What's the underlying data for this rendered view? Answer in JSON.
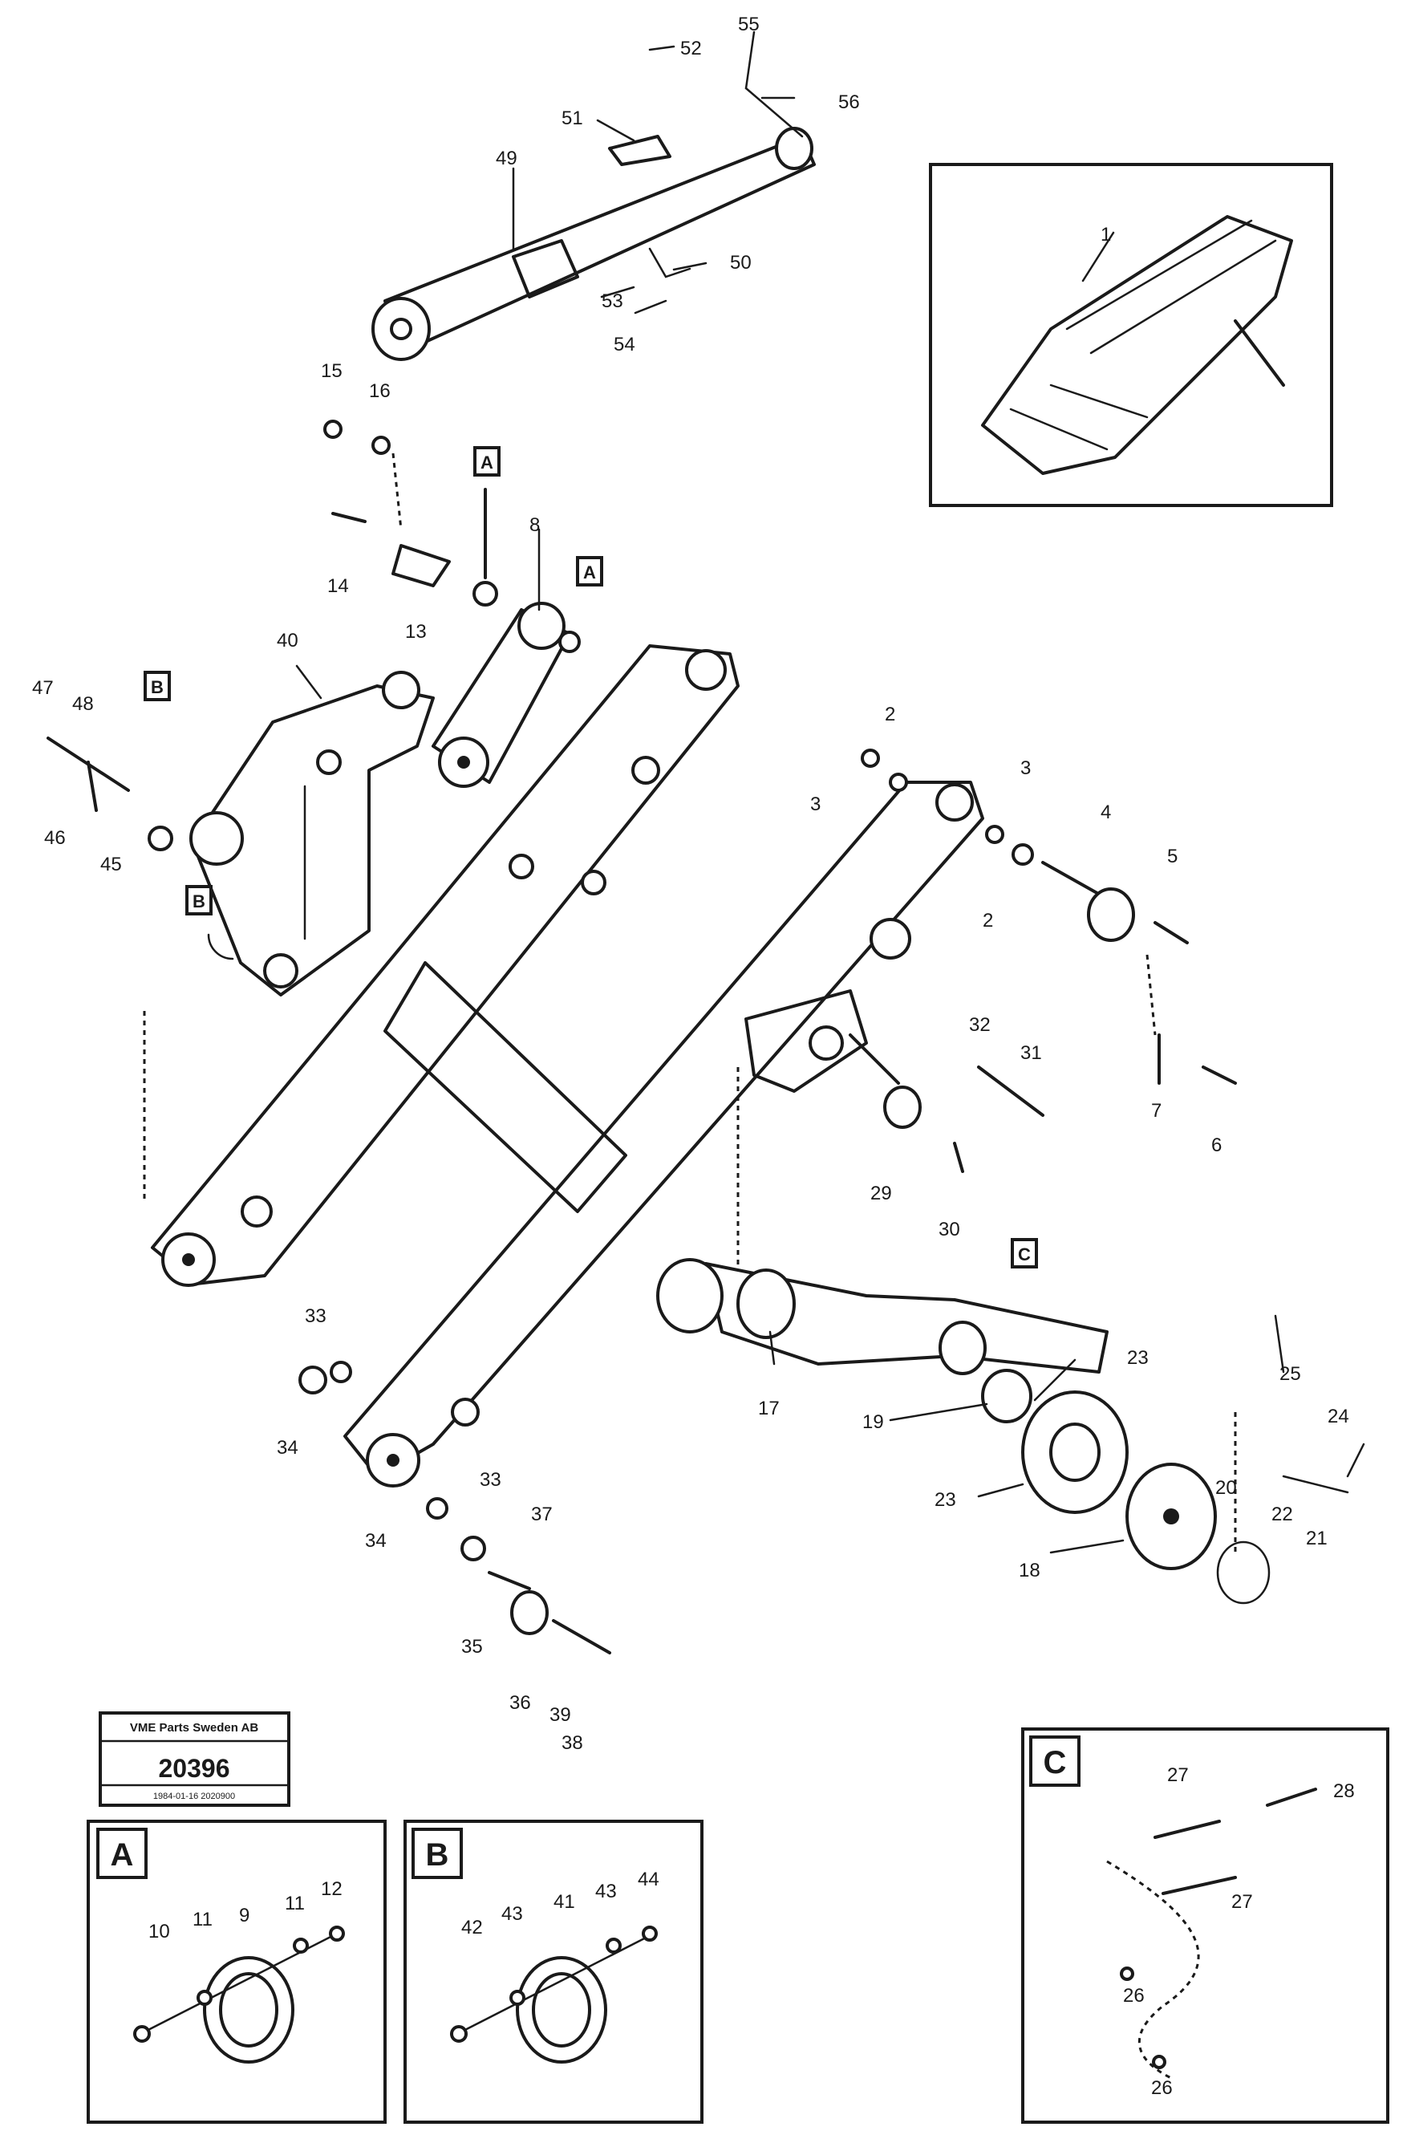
{
  "stamp": {
    "line1": "VME Parts Sweden AB",
    "number": "20396",
    "line3": "1984-01-16 2020900"
  },
  "detail_boxes": {
    "a": "A",
    "b": "B",
    "c": "C"
  },
  "ref_markers": {
    "a1": "A",
    "a2": "A",
    "b1": "B",
    "b2": "B",
    "c1": "C"
  },
  "callouts": {
    "n1": "1",
    "n2a": "2",
    "n2b": "2",
    "n3a": "3",
    "n3b": "3",
    "n4": "4",
    "n5": "5",
    "n6": "6",
    "n7": "7",
    "n8": "8",
    "n9": "9",
    "n10": "10",
    "n11a": "11",
    "n11b": "11",
    "n12": "12",
    "n13": "13",
    "n14": "14",
    "n15": "15",
    "n16": "16",
    "n17": "17",
    "n18": "18",
    "n19": "19",
    "n20": "20",
    "n21": "21",
    "n22": "22",
    "n23a": "23",
    "n23b": "23",
    "n24": "24",
    "n25": "25",
    "n26a": "26",
    "n26b": "26",
    "n27a": "27",
    "n27b": "27",
    "n28": "28",
    "n29": "29",
    "n30": "30",
    "n31": "31",
    "n32": "32",
    "n33a": "33",
    "n33b": "33",
    "n34a": "34",
    "n34b": "34",
    "n35": "35",
    "n36": "36",
    "n37": "37",
    "n38": "38",
    "n39": "39",
    "n40": "40",
    "n41": "41",
    "n42": "42",
    "n43a": "43",
    "n43b": "43",
    "n44": "44",
    "n45": "45",
    "n46": "46",
    "n47": "47",
    "n48": "48",
    "n49": "49",
    "n50": "50",
    "n51": "51",
    "n52": "52",
    "n53": "53",
    "n54": "54",
    "n55": "55",
    "n56": "56"
  }
}
